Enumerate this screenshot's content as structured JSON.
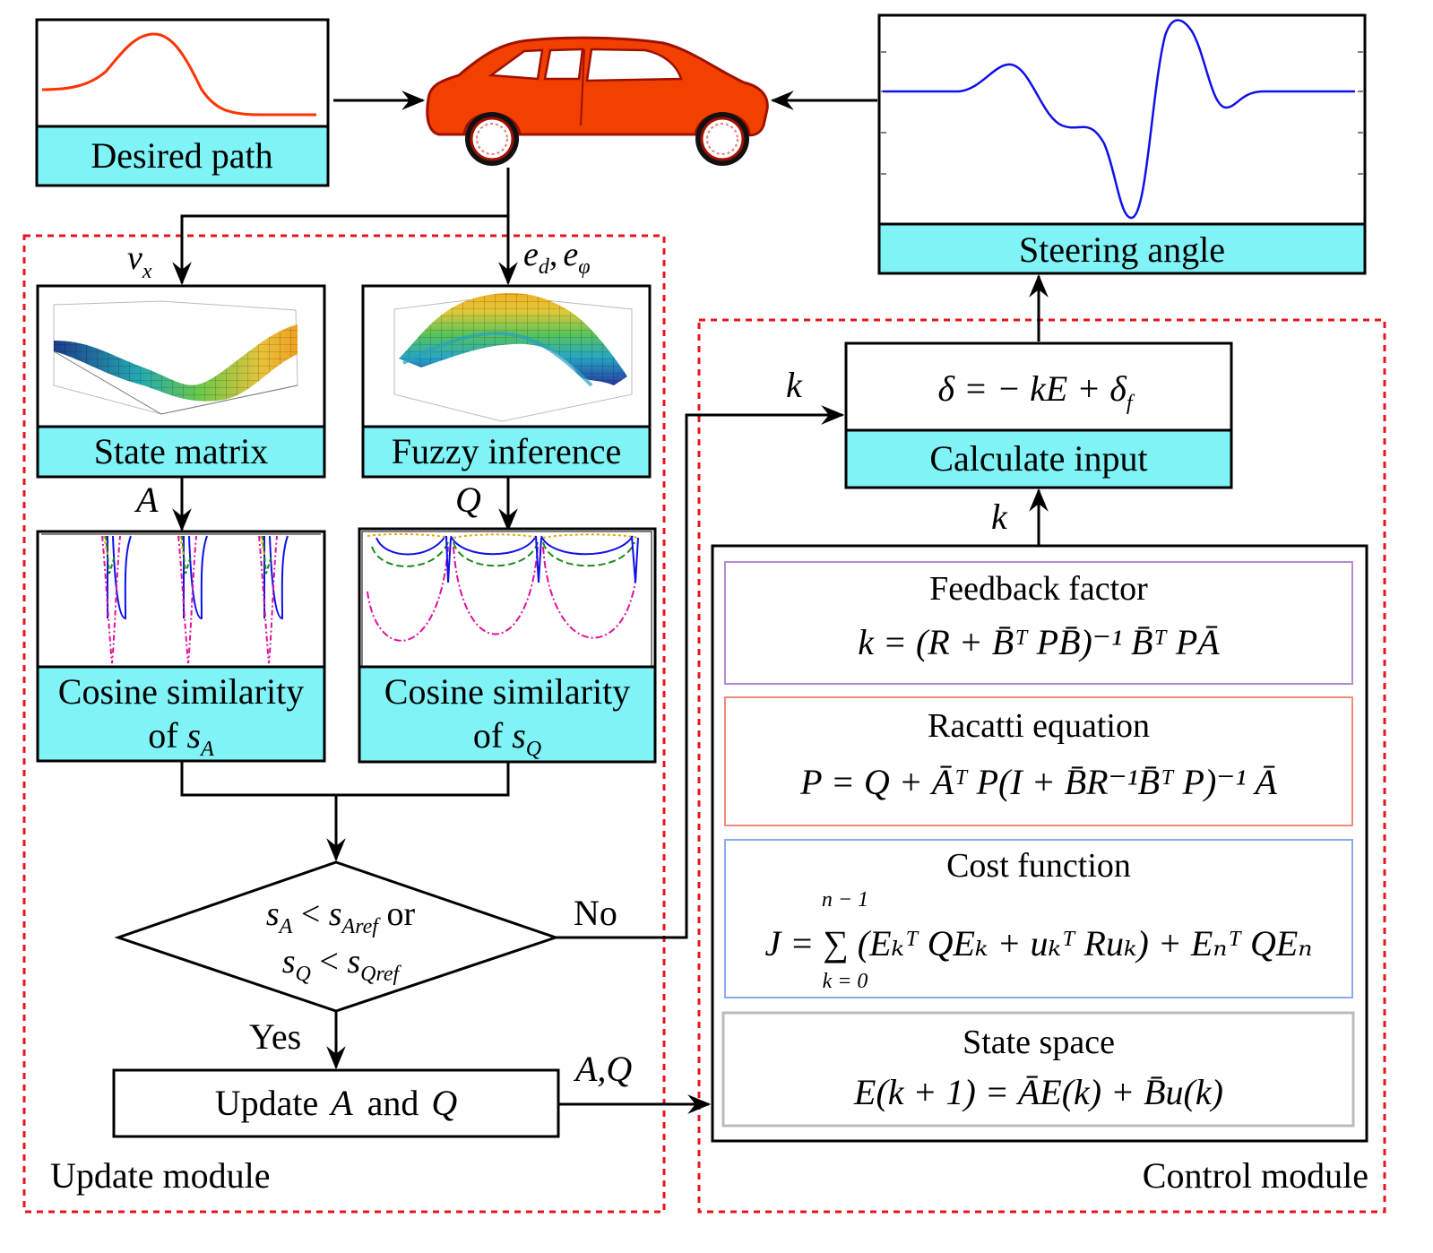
{
  "inputs": {
    "desired_path": "Desired path",
    "steering_angle": "Steering angle"
  },
  "signals": {
    "vx_base": "v",
    "vx_sub": "x",
    "ed_e": "e",
    "ed_sub_d": "d",
    "ed_comma": ",",
    "ephi_sub": "φ",
    "A": "A",
    "Q": "Q",
    "k_left": "k",
    "k_bottom": "k",
    "AQ": "A,Q"
  },
  "update_module": {
    "title": "Update module",
    "state_matrix": "State matrix",
    "fuzzy_inference": "Fuzzy inference",
    "cos_sim_A_line1": "Cosine similarity",
    "cos_sim_A_line2": "of",
    "cos_sim_A_var": "s",
    "cos_sim_A_sub": "A",
    "cos_sim_Q_line1": "Cosine similarity",
    "cos_sim_Q_line2": "of",
    "cos_sim_Q_var": "s",
    "cos_sim_Q_sub": "Q",
    "condition_line1": "s_A < s_Aref or",
    "condition_line2": "s_Q < s_Qref",
    "no": "No",
    "yes": "Yes",
    "update_box_prefix": "Update",
    "update_box_A": "A",
    "update_box_and": "and",
    "update_box_Q": "Q"
  },
  "control_module": {
    "title": "Control module",
    "control_law": "δ = − kE + δ",
    "control_law_sub": "f",
    "calculate_input": "Calculate input",
    "feedback_factor": "Feedback factor",
    "feedback_formula": "k = (R + B̄ᵀ PB̄)⁻¹ B̄ᵀ PĀ",
    "riccati": "Racatti equation",
    "riccati_formula": "P = Q + Āᵀ P(I + B̄R⁻¹B̄ᵀ P)⁻¹ Ā",
    "cost_function": "Cost function",
    "cost_sum_top": "n − 1",
    "cost_sum_bottom": "k = 0",
    "cost_formula": "J = ∑ (Eₖᵀ QEₖ + uₖᵀ Ruₖ) + Eₙᵀ QEₙ",
    "state_space": "State space",
    "state_space_formula": "E(k + 1) = ĀE(k) + B̄u(k)"
  },
  "colors": {
    "cyan_fill": "#80f3f7",
    "red_dash": "#e8141c",
    "car_red": "#f24000",
    "path_red": "#ff3300",
    "steer_blue": "#1010e8",
    "purple_border": "#b58ad0",
    "salmon_border": "#f08a7a",
    "blue_border": "#8aaaf0",
    "gray_border": "#bbbbbb"
  }
}
